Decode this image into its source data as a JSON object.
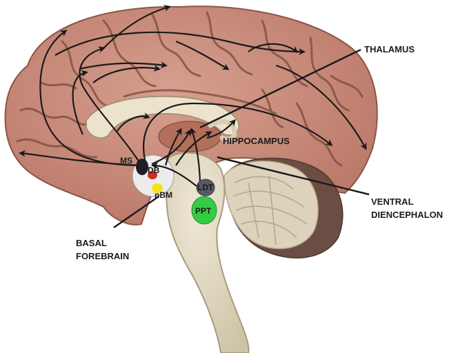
{
  "figure": {
    "labels": {
      "thalamus": "THALAMUS",
      "hippocampus": "HIPPOCAMPUS",
      "ventral_l1": "VENTRAL",
      "ventral_l2": "DIENCEPHALON",
      "basal_l1": "BASAL",
      "basal_l2": "FOREBRAIN",
      "ms": "MS",
      "db": "DB",
      "nbm": "nBM",
      "ldt": "LDT",
      "ppt": "PPT"
    },
    "colors": {
      "cortex": "#c98a78",
      "sulcus": "#7a4a3e",
      "brainstem": "#e4dcc6",
      "thalamus_fill": "#b46f5b",
      "ppt": "#33cc44",
      "ldt": "#555b63",
      "nbm": "#f2e21a",
      "db": "#d42a26",
      "ms": "#1e1e22",
      "arrows": "#1a1a1a"
    }
  }
}
